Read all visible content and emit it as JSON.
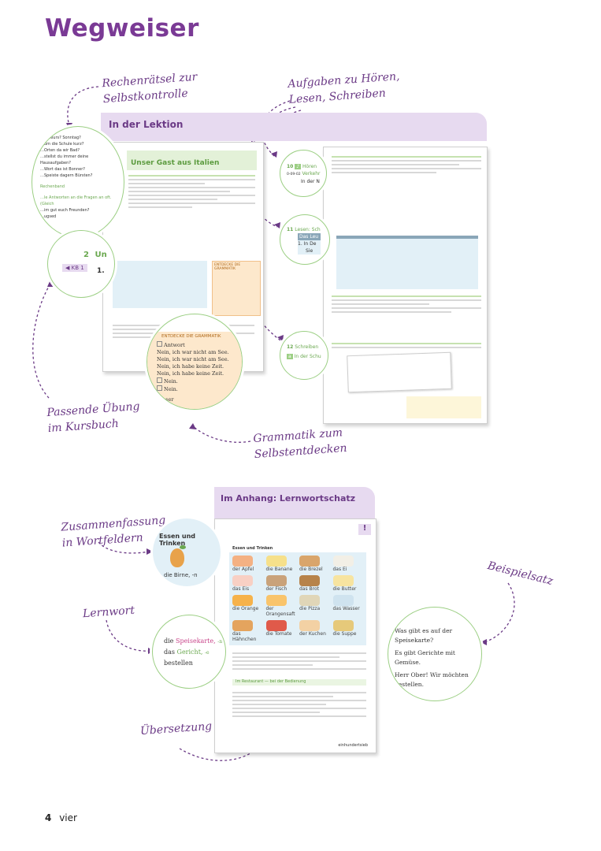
{
  "page_title": "Wegweiser",
  "annotations": {
    "rechenraetsel": [
      "Rechenrätsel zur",
      "Selbstkontrolle"
    ],
    "aufgaben": [
      "Aufgaben zu Hören,",
      "Lesen, Schreiben"
    ],
    "passende": [
      "Passende Übung",
      "im Kursbuch"
    ],
    "grammatik": [
      "Grammatik zum",
      "Selbstentdecken"
    ],
    "zusammenfassung": [
      "Zusammenfassung",
      "in Wortfeldern"
    ],
    "lernwort": "Lernwort",
    "beispielsatz": "Beispielsatz",
    "uebersetzung": "Übersetzung"
  },
  "lektion": {
    "banner": "In der Lektion",
    "unit_title": "Unser Gast aus Italien",
    "circle_left": {
      "lines": [
        "…teneurs? Sonntag?",
        "…um die Schule kurz?",
        "…Orten da wir Bad?",
        "…stellst du immer deine Hausaufgaben?",
        "…Wort das ist Bonner?",
        "…Speiste dagern Bürsten?"
      ],
      "rechenband": "Rechenband",
      "question": "…le Antworten an die Fragen an oft. (Gleich",
      "q1": "…im gut euch Freunden?",
      "q2": "…ugsed"
    },
    "circle_kb": {
      "number": "2",
      "title": "Un",
      "kb": "KB 1",
      "item": "1."
    },
    "circle_grammar": {
      "header": "ENTDECKE DIE GRAMMATIK",
      "choice": "Antwort",
      "lines": [
        "Nein, ich war nicht am See.",
        "Nein, ich war nicht am See.",
        "Nein, ich habe keine Zeit.",
        "Nein, ich habe keine Zeit."
      ],
      "opt1": "Nein.",
      "opt2": "Nein.",
      "footer": "Dieser"
    },
    "circle_10": {
      "num": "10",
      "label": "Hören",
      "sub": "Verkehr",
      "text": "In der N",
      "audio": "0-09-02"
    },
    "circle_11": {
      "num": "11",
      "label": "Lesen: Sch",
      "head": "Das Leu",
      "item": "1. In De",
      "item2": "Sie"
    },
    "circle_12": {
      "num": "12",
      "label": "Schreiben",
      "text": "In der Schu"
    },
    "orange_header": "ENTDECKE DIE GRAMMATIK"
  },
  "anhang": {
    "banner": "Im Anhang: Lernwortschatz",
    "exclaim": "!",
    "topic": "Essen und Trinken",
    "circle_topic": {
      "title": "Essen und Trinken",
      "word": "die Birne, -n"
    },
    "circle_word": {
      "line1_article": "die",
      "line1_word": "Speisekarte,",
      "line1_plural": "-n",
      "line2_article": "das",
      "line2_word": "Gericht,",
      "line2_plural": "-e",
      "line3": "bestellen"
    },
    "circle_example": {
      "lines": [
        "Was gibt es auf der",
        "Speisekarte?",
        "Es gibt Gerichte mit Gemüse.",
        "Herr Ober! Wir möchten",
        "bestellen."
      ]
    },
    "food_labels": [
      "der Apfel",
      "die Banane",
      "die Brezel",
      "das Ei",
      "das Eis",
      "der Fisch",
      "das Brot",
      "die Butter",
      "die Orange",
      "der Orangensaft",
      "die Pizza",
      "das Wasser",
      "das Hähnchen",
      "die Tomate",
      "der Kuchen",
      "die Suppe"
    ],
    "section_title": "Im Restaurant — bei der Bedienung",
    "footer": "einhundertsieb"
  },
  "footer": {
    "page": "4",
    "word": "vier"
  }
}
